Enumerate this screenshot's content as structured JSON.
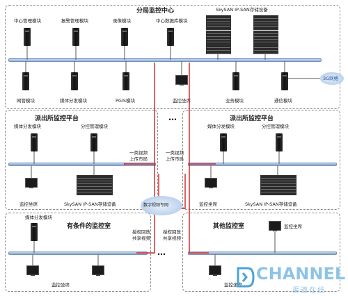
{
  "top_panel": {
    "title": "分局监控中心",
    "labels_top": [
      "中心管理模块",
      "报警管理模块",
      "录像模块",
      "中心数据库模块",
      "SkySAN IP-SAN存储设备"
    ],
    "labels_bottom": [
      "网管模块",
      "媒体分发模块",
      "PGIS模块",
      "监控坐席",
      "业务模块",
      "通信模块"
    ],
    "internet_label": "3G网络"
  },
  "left_station": {
    "title": "派出所监控平台",
    "labels": [
      "媒体分发模块",
      "分控管理模块",
      "监控坐席",
      "SkySAN IP-SAN存储设备"
    ]
  },
  "right_station": {
    "title": "派出所监控平台",
    "labels": [
      "媒体分发模块",
      "分控管理模块",
      "监控坐席",
      "SkySAN IP-SAN存储设备"
    ]
  },
  "left_room": {
    "title": "有条件的监控室",
    "labels": [
      "媒体分发模块",
      "监控坐席"
    ]
  },
  "right_room": {
    "title": "其他监控室",
    "labels": [
      "监控坐席",
      "监控坐席"
    ]
  },
  "center": {
    "upload_left": [
      "一类视频",
      "上传市局"
    ],
    "upload_right": [
      "一类视频",
      "上传市局"
    ],
    "share_left": [
      "授权回放",
      "共享视频"
    ],
    "share_right": [
      "授权回放",
      "共享视频"
    ],
    "cloud_label": "数字视频专网",
    "ellipsis": "…"
  },
  "watermark": {
    "brand": "CHANNEL",
    "sub": "渠道在线"
  }
}
